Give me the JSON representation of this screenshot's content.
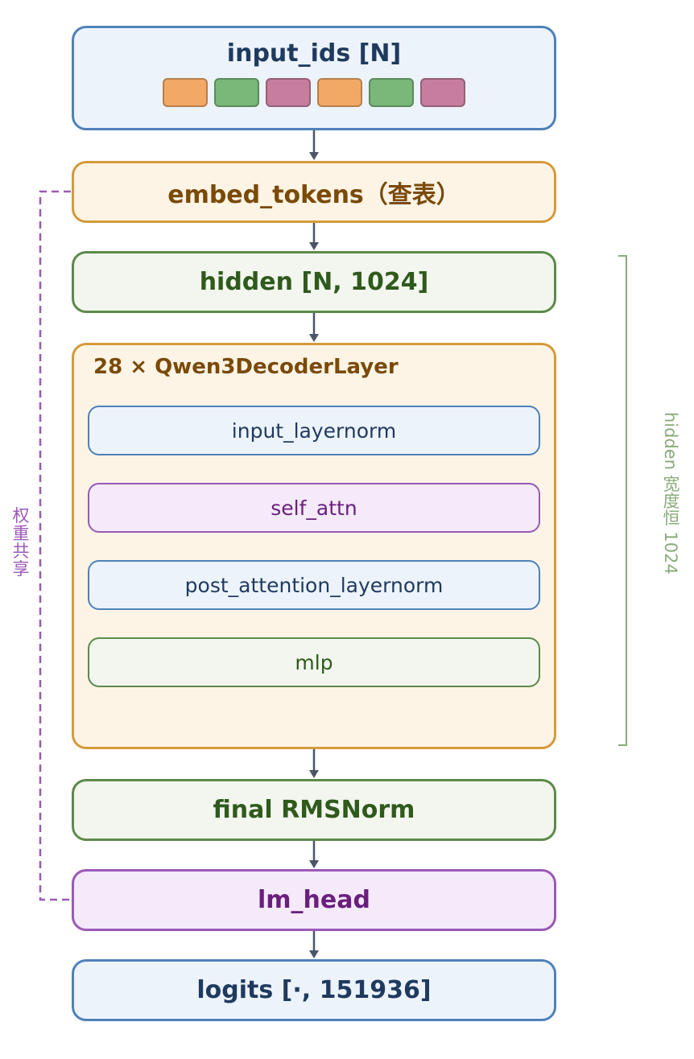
{
  "colors": {
    "blue_border": "#4f81b8",
    "blue_fill": "#edf3fb",
    "orange_border": "#d49a3a",
    "orange_fill": "#fdf4e6",
    "orange_text": "#7a4a06",
    "green_border": "#5c8a4a",
    "green_fill": "#f2f6ee",
    "green_text": "#2f5a1c",
    "purple_border": "#9b59b6",
    "purple_fill": "#f4eafa",
    "purple_text": "#6a1f7e",
    "navy_text": "#1f3a5f",
    "arrow": "#4a5568",
    "bracket": "#8aab7a",
    "token_orange": "#f2a965",
    "token_green": "#79b878",
    "token_pink": "#c77e9e"
  },
  "input": {
    "label": "input_ids [N]",
    "tokens": [
      "orange",
      "green",
      "pink",
      "orange",
      "green",
      "pink"
    ]
  },
  "embed": {
    "label": "embed_tokens（查表）"
  },
  "hidden": {
    "label": "hidden [N, 1024]"
  },
  "decoder": {
    "label": "28 × Qwen3DecoderLayer",
    "sublayers": [
      "input_layernorm",
      "self_attn",
      "post_attention_layernorm",
      "mlp"
    ]
  },
  "final_norm": {
    "label": "final RMSNorm"
  },
  "lm_head": {
    "label": "lm_head"
  },
  "logits": {
    "label": "logits [·, 151936]"
  },
  "weight_sharing": {
    "label": "权重共享"
  },
  "hidden_width_note": {
    "label": "hidden 宽度恒 1024"
  }
}
